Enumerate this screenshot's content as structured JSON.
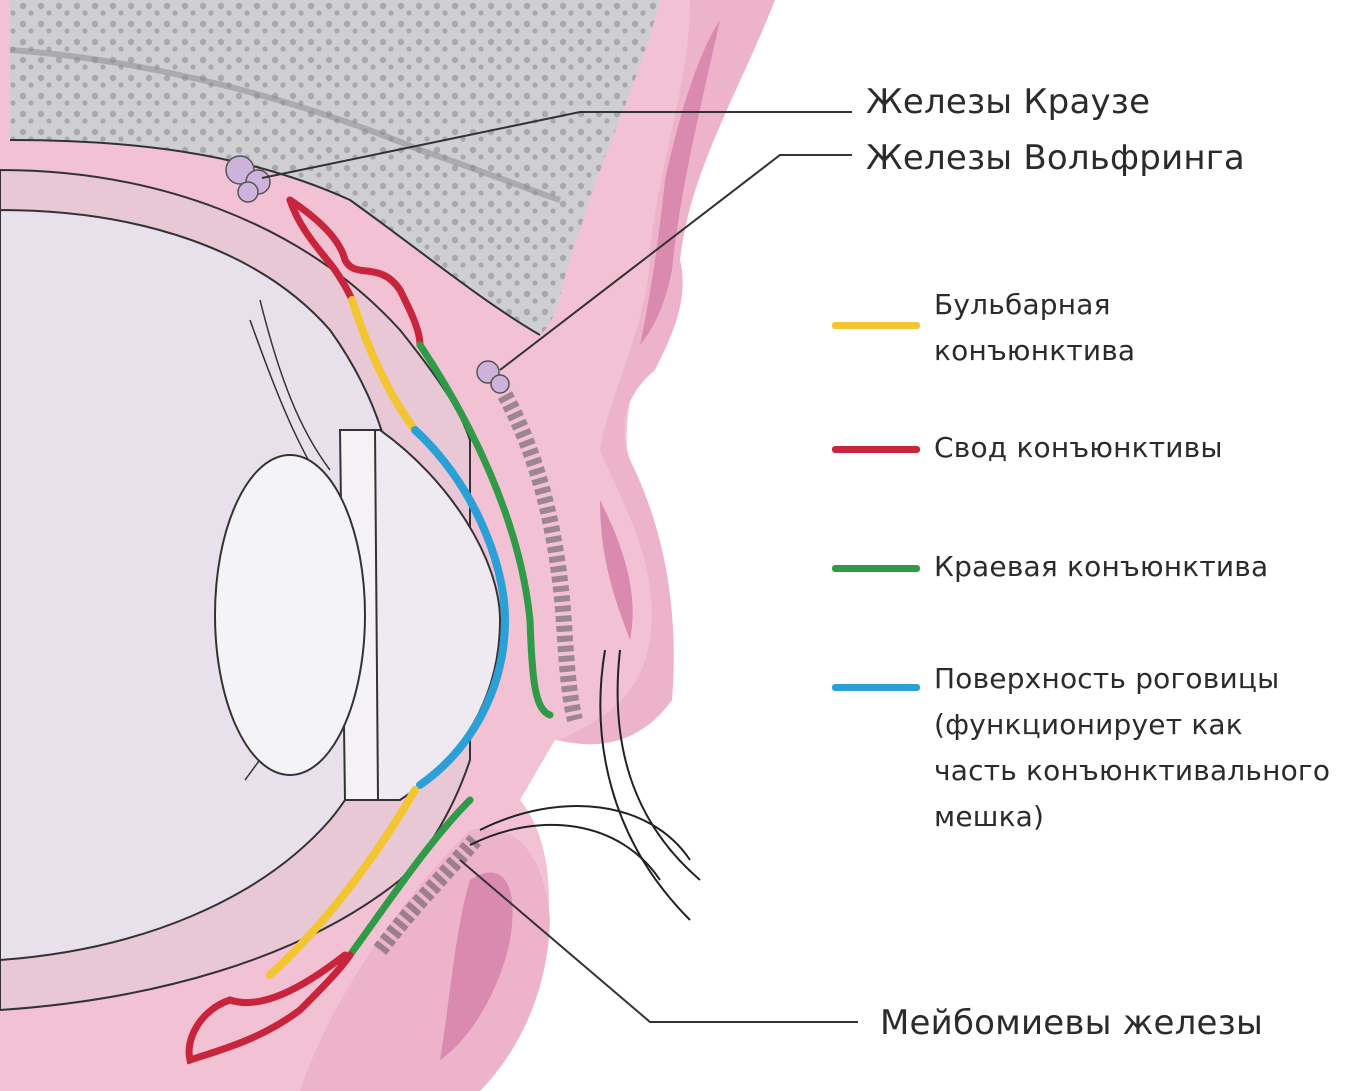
{
  "labels": {
    "krause": "Железы Краузе",
    "wolfring": "Железы Вольфринга",
    "meibomian": "Мейбомиевы железы"
  },
  "legend": [
    {
      "text": "Бульбарная\nконъюнктива",
      "color": "#f3c531"
    },
    {
      "text": "Свод конъюнктивы",
      "color": "#c8243c"
    },
    {
      "text": "Краевая конъюнктива",
      "color": "#2f9a47"
    },
    {
      "text": "Поверхность роговицы\n(функционирует как\nчасть конъюнктивального\nмешка)",
      "color": "#2ba0d6"
    }
  ],
  "colors": {
    "tissue": "#f2c2d4",
    "tissue_dark": "#e39cbb",
    "bone": "#cfcfd2",
    "bone_dark": "#a9a9ad",
    "globe": "#e8e1ec",
    "lens": "#f4f3f6",
    "gland": "#cdb3dc",
    "fornix": "#c8243c",
    "bulbar": "#f3c531",
    "marginal": "#2f9a47",
    "cornea": "#2ba0d6"
  }
}
